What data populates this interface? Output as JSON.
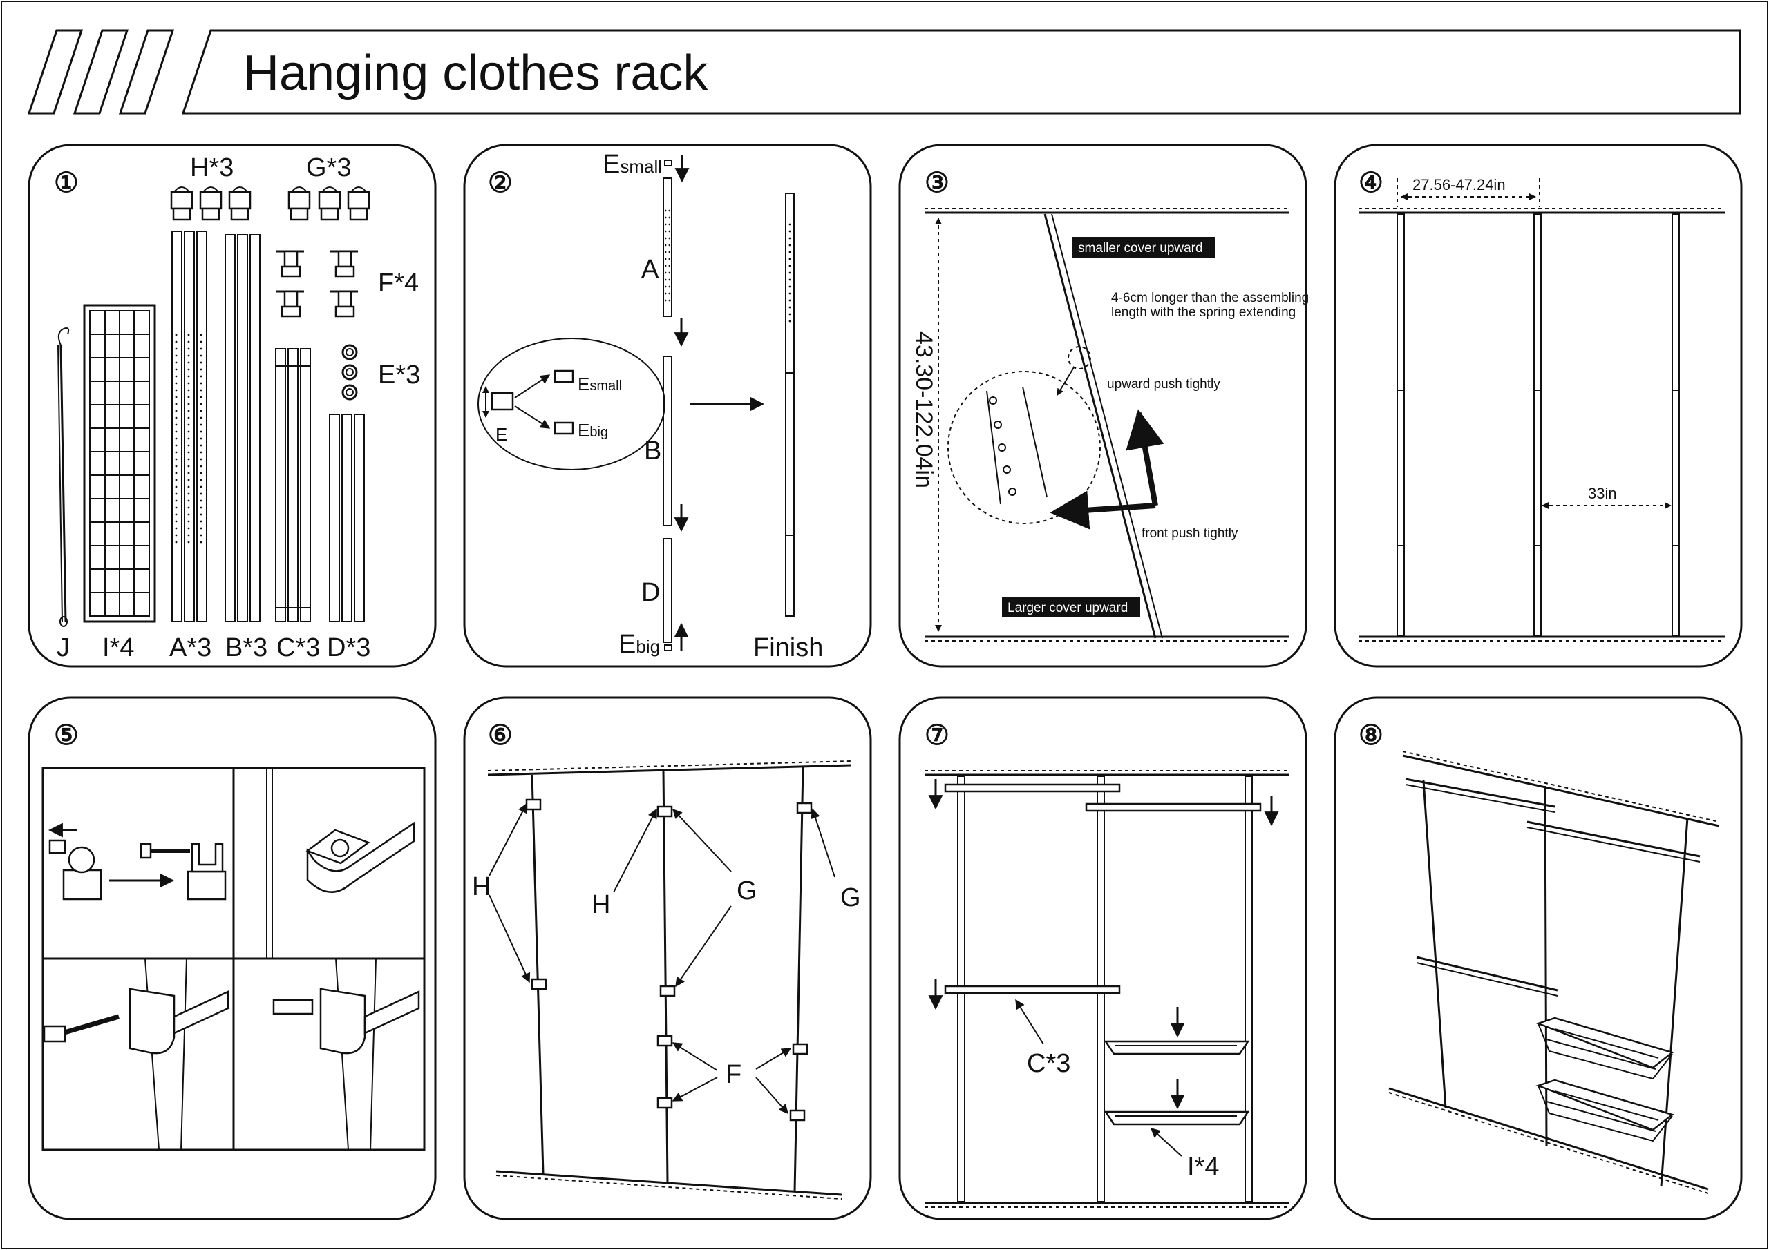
{
  "title": "Hanging clothes rack",
  "steps": [
    {
      "number": "①",
      "parts": {
        "J": "J",
        "I": "I*4",
        "A": "A*3",
        "B": "B*3",
        "C": "C*3",
        "D": "D*3",
        "H": "H*3",
        "G": "G*3",
        "F": "F*4",
        "E": "E*3"
      }
    },
    {
      "number": "②",
      "e_small": "E",
      "e_small_sub": "small",
      "e_big": "E",
      "e_big_sub": "big",
      "e": "E",
      "seg_a": "A",
      "seg_b": "B",
      "seg_d": "D",
      "finish": "Finish"
    },
    {
      "number": "③",
      "height_range": "43.30-122.04in",
      "smaller_cover": "smaller cover upward",
      "larger_cover": "Larger cover upward",
      "longer_note_1": "4-6cm longer than the assembling",
      "longer_note_2": "length with the spring extending",
      "upward_push": "upward push tightly",
      "front_push": "front push tightly"
    },
    {
      "number": "④",
      "spacing_range": "27.56-47.24in",
      "spacing_fixed": "33in"
    },
    {
      "number": "⑤"
    },
    {
      "number": "⑥",
      "h_left": "H",
      "h_mid": "H",
      "g_mid": "G",
      "g_right": "G",
      "f": "F"
    },
    {
      "number": "⑦",
      "c": "C*3",
      "i": "I*4"
    },
    {
      "number": "⑧"
    }
  ]
}
